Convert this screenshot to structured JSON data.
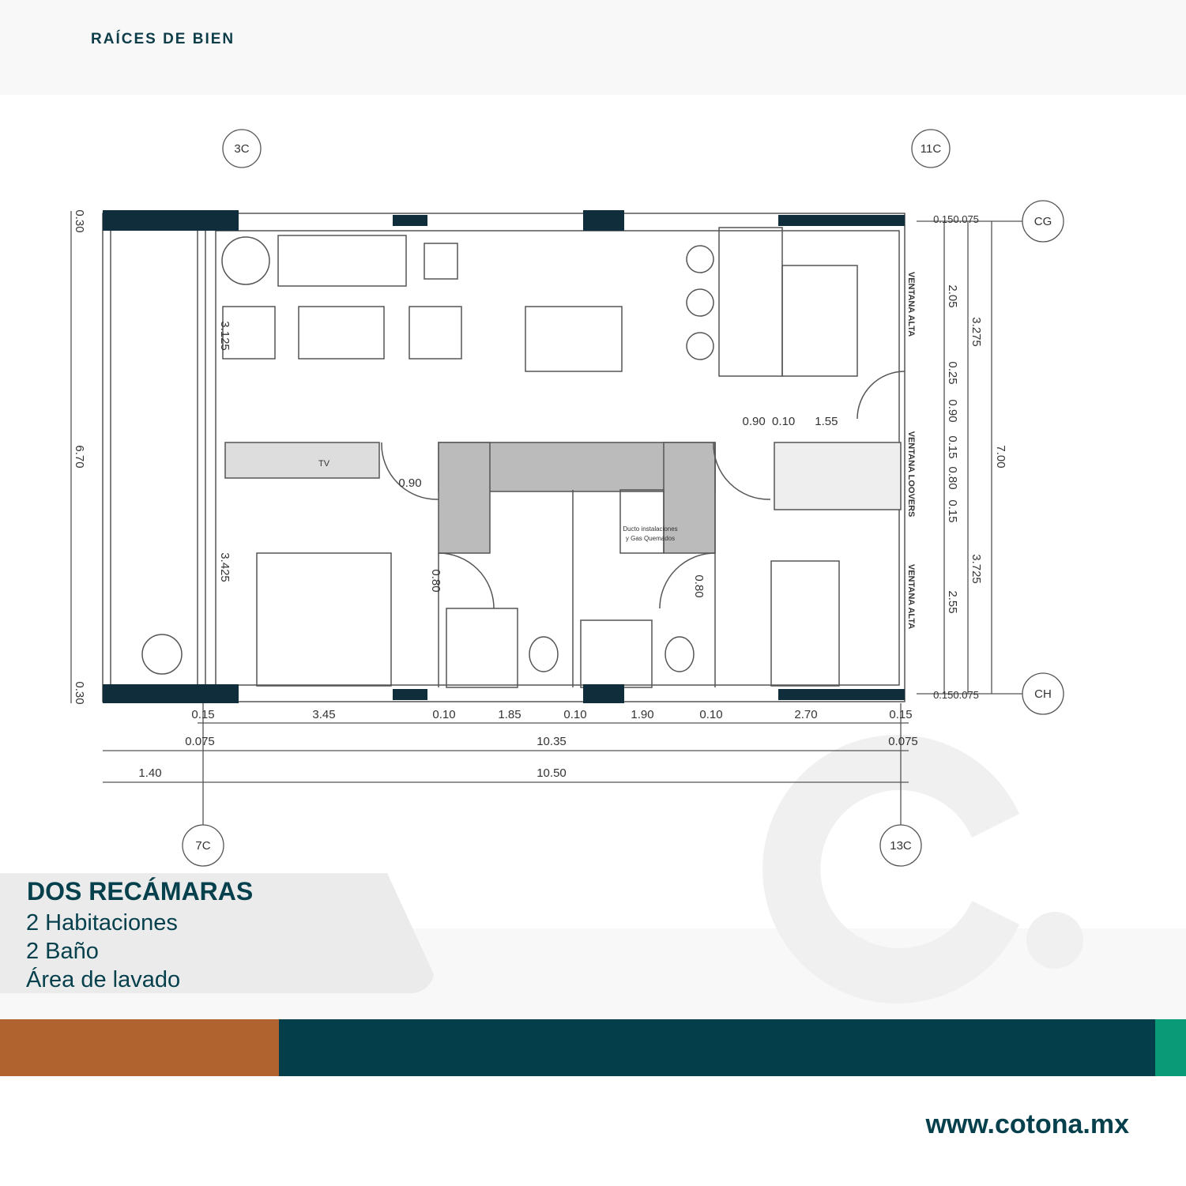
{
  "header": {
    "brand": "RAÍCES DE BIEN"
  },
  "plan": {
    "grid_labels": {
      "top_left": "3C",
      "top_right": "11C",
      "right_top": "CG",
      "right_bottom": "CH",
      "bottom_left": "7C",
      "bottom_right": "13C"
    },
    "bottom_dims_row1": [
      "0.15",
      "3.45",
      "0.10",
      "1.85",
      "0.10",
      "1.90",
      "0.10",
      "2.70",
      "0.15"
    ],
    "bottom_dims_row2": [
      "0.075",
      "10.35",
      "0.075"
    ],
    "bottom_dims_row3": [
      "1.40",
      "10.50"
    ],
    "left_dims": [
      "0.30",
      "6.70",
      "0.30"
    ],
    "right_dims": {
      "top_small": "0.150.075",
      "d205": "2.05",
      "d3275": "3.275",
      "d025": "0.25",
      "d090": "0.90",
      "d015a": "0.15",
      "d080": "0.80",
      "d015b": "0.15",
      "d255": "2.55",
      "d3725": "3.725",
      "d700": "7.00",
      "bottom_small": "0.150.075"
    },
    "interior_dims": {
      "living": "3.125",
      "bedroom": "3.425",
      "door1": "0.90",
      "door2": "0.80",
      "door3": "0.80",
      "kitchen_top": "0.90  0.10      1.55"
    },
    "labels": {
      "window_high_top": "VENTANA ALTA",
      "window_louvers": "VENTANA LOOVERS",
      "window_high_bottom": "VENTANA ALTA",
      "duct": "Ducto instalaciones",
      "duct2": "y Gas Quemados",
      "tv": "TV"
    }
  },
  "summary": {
    "title": "DOS RECÁMARAS",
    "items": [
      "2 Habitaciones",
      "2 Baño",
      "Área de lavado"
    ]
  },
  "footer": {
    "url": "www.cotona.mx"
  },
  "colors": {
    "primary": "#06404c",
    "orange": "#b0632f",
    "green": "#0a9a78"
  }
}
